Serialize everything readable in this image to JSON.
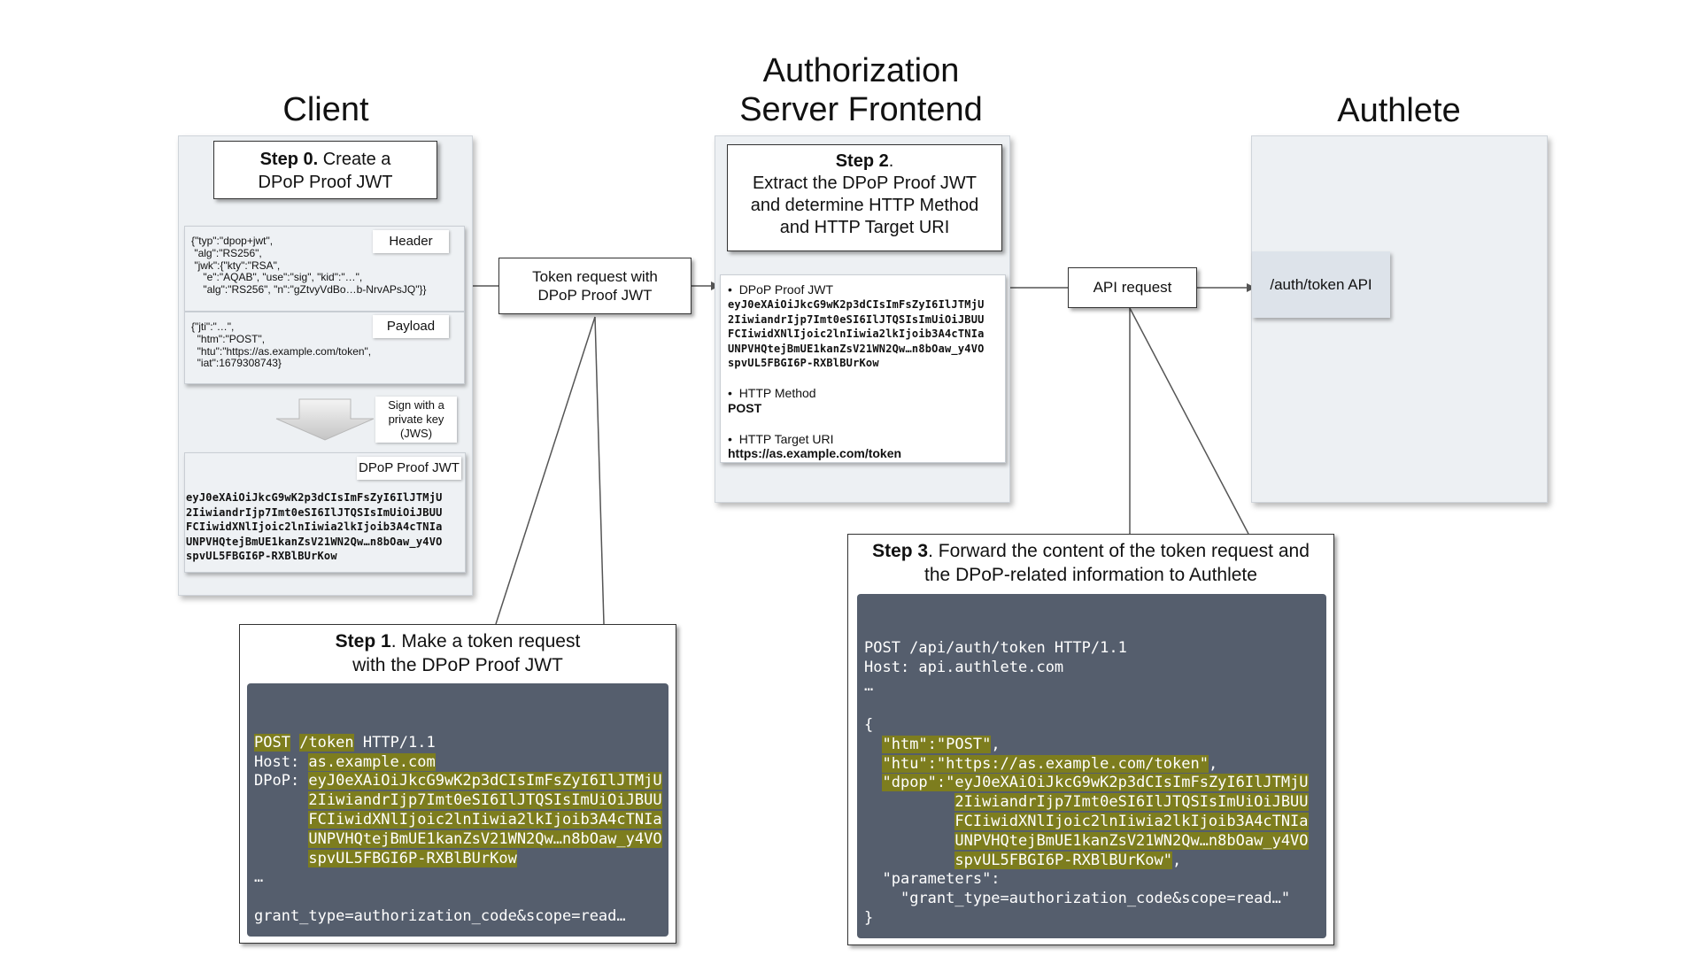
{
  "titles": {
    "client": "Client",
    "frontend_line1": "Authorization",
    "frontend_line2": "Server Frontend",
    "authlete": "Authlete"
  },
  "client": {
    "step0_bold": "Step 0.",
    "step0_rest": " Create a",
    "step0_line2": "DPoP Proof JWT",
    "header_label": "Header",
    "header_json": "{\"typ\":\"dpop+jwt\",\n \"alg\":\"RS256\",\n \"jwk\":{\"kty\":\"RSA\",\n    \"e\":\"AQAB\", \"use\":\"sig\", \"kid\":\"…\",\n    \"alg\":\"RS256\", \"n\":\"gZtvyVdBo…b-NrvAPsJQ\"}}",
    "payload_label": "Payload",
    "payload_json": "{\"jti\":\"…\",\n  \"htm\":\"POST\",\n  \"htu\":\"https://as.example.com/token\",\n  \"iat\":1679308743}",
    "sign_label": "Sign with a\nprivate key\n(JWS)",
    "proof_label": "DPoP Proof JWT",
    "proof_jwt": "eyJ0eXAiOiJkcG9wK2p3dCIsImFsZyI6IlJTMjU\n2IiwiandrIjp7Imt0eSI6IlJTQSIsImUiOiJBUU\nFCIiwidXNlIjoic2lnIiwia2lkIjoib3A4cTNIa\nUNPVHQtejBmUE1kanZsV21WN2Qw…n8bOaw_y4VO\nspvUL5FBGI6P-RXBlBUrKow"
  },
  "arrows": {
    "token_request": "Token request with\nDPoP Proof JWT",
    "api_request": "API request"
  },
  "frontend": {
    "step2_bold": "Step 2",
    "step2_rest": ".",
    "step2_lines": "Extract the DPoP Proof JWT\nand determine HTTP Method\nand HTTP Target URI",
    "bullet_jwt": "DPoP Proof JWT",
    "jwt_value": "eyJ0eXAiOiJkcG9wK2p3dCIsImFsZyI6IlJTMjU\n2IiwiandrIjp7Imt0eSI6IlJTQSIsImUiOiJBUU\nFCIiwidXNlIjoic2lnIiwia2lkIjoib3A4cTNIa\nUNPVHQtejBmUE1kanZsV21WN2Qw…n8bOaw_y4VO\nspvUL5FBGI6P-RXBlBUrKow",
    "bullet_method": "HTTP Method",
    "method_value": "POST",
    "bullet_uri": "HTTP Target URI",
    "uri_value": "https://as.example.com/token"
  },
  "authlete": {
    "api_label": "/auth/token API"
  },
  "step1": {
    "bold": "Step 1",
    "rest": ". Make a token request",
    "line2": "with the DPoP Proof JWT",
    "code": {
      "post": "POST",
      "path": "/token",
      "proto": " HTTP/1.1",
      "host_key": "Host: ",
      "host_val": "as.example.com",
      "dpop_key": "DPoP: ",
      "dpop_lines": [
        "eyJ0eXAiOiJkcG9wK2p3dCIsImFsZyI6IlJTMjU",
        "2IiwiandrIjp7Imt0eSI6IlJTQSIsImUiOiJBUU",
        "FCIiwidXNlIjoic2lnIiwia2lkIjoib3A4cTNIa",
        "UNPVHQtejBmUE1kanZsV21WN2Qw…n8bOaw_y4VO",
        "spvUL5FBGI6P-RXBlBUrKow"
      ],
      "ellipsis": "…",
      "body": "grant_type=authorization_code&scope=read…"
    }
  },
  "step3": {
    "bold": "Step 3",
    "rest": ". Forward the content of the token request and",
    "line2": "the DPoP-related information to Authlete",
    "code": {
      "request_line": "POST /api/auth/token HTTP/1.1",
      "host_line": "Host: api.authlete.com",
      "ellipsis": "…",
      "open": "{",
      "htm": "\"htm\":\"POST\"",
      "htu": "\"htu\":\"https://as.example.com/token\"",
      "dpop_key": "\"dpop\":",
      "dpop_lines": [
        "\"eyJ0eXAiOiJkcG9wK2p3dCIsImFsZyI6IlJTMjU",
        "2IiwiandrIjp7Imt0eSI6IlJTQSIsImUiOiJBUU",
        "FCIiwidXNlIjoic2lnIiwia2lkIjoib3A4cTNIa",
        "UNPVHQtejBmUE1kanZsV21WN2Qw…n8bOaw_y4VO",
        "spvUL5FBGI6P-RXBlBUrKow\""
      ],
      "parameters_key": "\"parameters\":",
      "parameters_val": "\"grant_type=authorization_code&scope=read…\"",
      "close": "}"
    }
  },
  "colors": {
    "highlight": "#7d7d1e",
    "code_bg": "#555e6d",
    "panel_bg": "#edf0f3"
  }
}
